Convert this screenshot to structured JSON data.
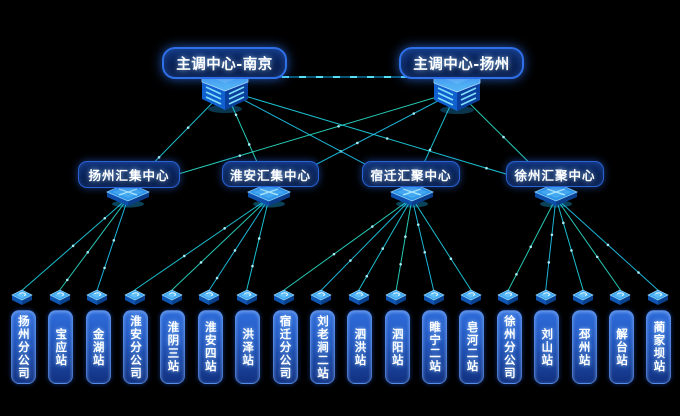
{
  "diagram": {
    "type": "network-topology",
    "background": "#000000",
    "top_centers": [
      {
        "id": "nanjing",
        "label": "主调中心-南京",
        "icon": "database-stack-icon"
      },
      {
        "id": "yangzhou",
        "label": "主调中心-扬州",
        "icon": "database-stack-icon"
      }
    ],
    "hubs": [
      {
        "id": "yangzhou-hub",
        "label": "扬州汇集中心",
        "icon": "switch-icon",
        "station_indices": [
          0,
          1,
          2
        ]
      },
      {
        "id": "huaian-hub",
        "label": "淮安汇集中心",
        "icon": "switch-icon",
        "station_indices": [
          3,
          4,
          5,
          6
        ]
      },
      {
        "id": "suqian-hub",
        "label": "宿迁汇聚中心",
        "icon": "switch-icon",
        "station_indices": [
          7,
          8,
          9,
          10,
          11,
          12
        ]
      },
      {
        "id": "xuzhou-hub",
        "label": "徐州汇聚中心",
        "icon": "switch-icon",
        "station_indices": [
          13,
          14,
          15,
          16,
          17
        ]
      }
    ],
    "stations": [
      {
        "label": "扬州分公司"
      },
      {
        "label": "宝应站"
      },
      {
        "label": "金湖站"
      },
      {
        "label": "淮安分公司"
      },
      {
        "label": "淮阴三站"
      },
      {
        "label": "淮安四站"
      },
      {
        "label": "洪泽站"
      },
      {
        "label": "宿迁分公司"
      },
      {
        "label": "刘老涧二站"
      },
      {
        "label": "泗洪站"
      },
      {
        "label": "泗阳站"
      },
      {
        "label": "睢宁二站"
      },
      {
        "label": "皂河二站"
      },
      {
        "label": "徐州分公司"
      },
      {
        "label": "刘山站"
      },
      {
        "label": "邳州站"
      },
      {
        "label": "解台站"
      },
      {
        "label": "蔺家坝站"
      }
    ],
    "links": {
      "top_to_top": [
        [
          "nanjing",
          "yangzhou"
        ]
      ],
      "top_to_hub": [
        [
          "nanjing",
          "yangzhou-hub"
        ],
        [
          "nanjing",
          "huaian-hub"
        ],
        [
          "nanjing",
          "suqian-hub"
        ],
        [
          "nanjing",
          "xuzhou-hub"
        ],
        [
          "yangzhou",
          "yangzhou-hub"
        ],
        [
          "yangzhou",
          "huaian-hub"
        ],
        [
          "yangzhou",
          "suqian-hub"
        ],
        [
          "yangzhou",
          "xuzhou-hub"
        ]
      ]
    },
    "colors": {
      "background": "#000000",
      "edge_cyan": "#1ed4e6",
      "edge_teal": "#2adfc9",
      "edge_blue": "#1fc9ef",
      "trunk_dash": "#5ae8ff",
      "box_border": "#2f6fe8",
      "box_fill_dark": "#081f52",
      "station_fill_top": "#306ddb",
      "station_fill_bottom": "#123180",
      "icon_blue": "#1160cf",
      "icon_light": "#54b4f4",
      "text": "#ffffff"
    }
  }
}
